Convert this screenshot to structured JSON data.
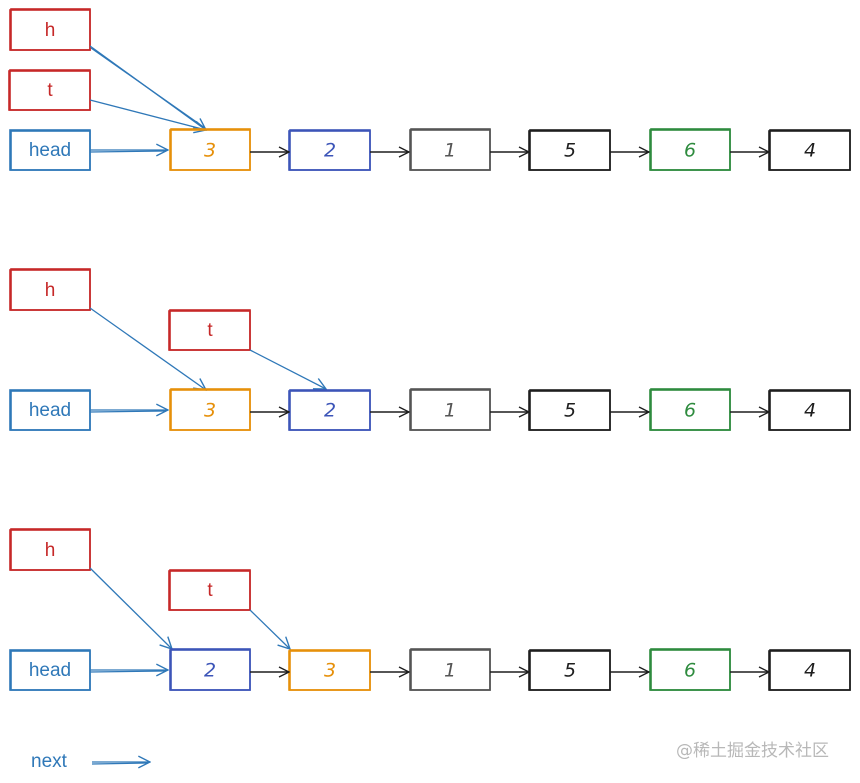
{
  "colors": {
    "pointer_red": "#c62828",
    "pointer_blue": "#2f78b8",
    "node_orange": "#e6900a",
    "node_blue": "#3c55b8",
    "node_gray": "#555555",
    "node_black": "#1e1e1e",
    "node_green": "#2e8b3e"
  },
  "rows": [
    {
      "pointers": {
        "h": "h",
        "t": "t",
        "head": "head"
      },
      "nodes": [
        {
          "value": "3",
          "color": "node_orange"
        },
        {
          "value": "2",
          "color": "node_blue"
        },
        {
          "value": "1",
          "color": "node_gray"
        },
        {
          "value": "5",
          "color": "node_black"
        },
        {
          "value": "6",
          "color": "node_green"
        },
        {
          "value": "4",
          "color": "node_black"
        }
      ]
    },
    {
      "pointers": {
        "h": "h",
        "t": "t",
        "head": "head"
      },
      "nodes": [
        {
          "value": "3",
          "color": "node_orange"
        },
        {
          "value": "2",
          "color": "node_blue"
        },
        {
          "value": "1",
          "color": "node_gray"
        },
        {
          "value": "5",
          "color": "node_black"
        },
        {
          "value": "6",
          "color": "node_green"
        },
        {
          "value": "4",
          "color": "node_black"
        }
      ]
    },
    {
      "pointers": {
        "h": "h",
        "t": "t",
        "head": "head"
      },
      "nodes": [
        {
          "value": "2",
          "color": "node_blue"
        },
        {
          "value": "3",
          "color": "node_orange"
        },
        {
          "value": "1",
          "color": "node_gray"
        },
        {
          "value": "5",
          "color": "node_black"
        },
        {
          "value": "6",
          "color": "node_green"
        },
        {
          "value": "4",
          "color": "node_black"
        }
      ]
    }
  ],
  "legend": {
    "next_label": "next"
  },
  "watermark": "@稀土掘金技术社区"
}
